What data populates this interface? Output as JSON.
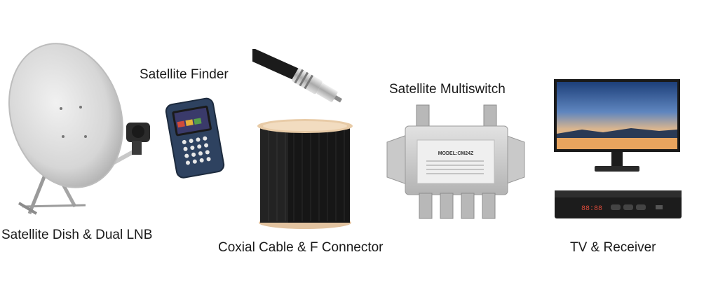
{
  "labels": {
    "satellite_finder": "Satellite Finder",
    "satellite_multiswitch": "Satellite Multiswitch",
    "dish_lnb": "Satellite Dish & Dual LNB",
    "coax_connector": "Coxial Cable & F Connector",
    "tv_receiver": "TV & Receiver"
  },
  "device_text": {
    "multiswitch_model": "MODEL:CM24Z",
    "receiver_display": "88:88"
  }
}
